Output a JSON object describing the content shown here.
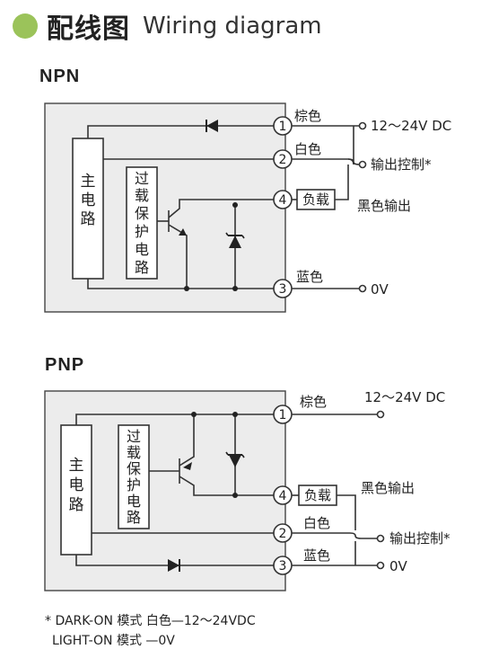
{
  "header": {
    "title_cn": "配线图",
    "title_en": "Wiring diagram"
  },
  "colors": {
    "accent": "#9bc35a",
    "box_fill": "#ececec",
    "line": "#333333"
  },
  "npn": {
    "title": "NPN",
    "main_circuit": [
      "主",
      "电",
      "路"
    ],
    "protect_circuit": [
      "过",
      "载",
      "保",
      "护",
      "电",
      "路"
    ],
    "pins": [
      "1",
      "2",
      "4",
      "3"
    ],
    "wire_brown": "棕色",
    "wire_white": "白色",
    "load": "负载",
    "wire_blue": "蓝色",
    "supply": "12～24V DC",
    "output_ctrl": "输出控制*",
    "black_out": "黑色输出",
    "zero_v": "0V"
  },
  "pnp": {
    "title": "PNP",
    "main_circuit": [
      "主",
      "电",
      "路"
    ],
    "protect_circuit": [
      "过",
      "载",
      "保",
      "护",
      "电",
      "路"
    ],
    "pins": [
      "1",
      "4",
      "2",
      "3"
    ],
    "wire_brown": "棕色",
    "supply": "12～24V DC",
    "load": "负载",
    "black_out": "黑色输出",
    "wire_white": "白色",
    "output_ctrl": "输出控制*",
    "wire_blue": "蓝色",
    "zero_v": "0V"
  },
  "notes": {
    "line1": "* DARK-ON 模式 白色—12～24VDC",
    "line2": "LIGHT-ON 模式 —0V"
  }
}
